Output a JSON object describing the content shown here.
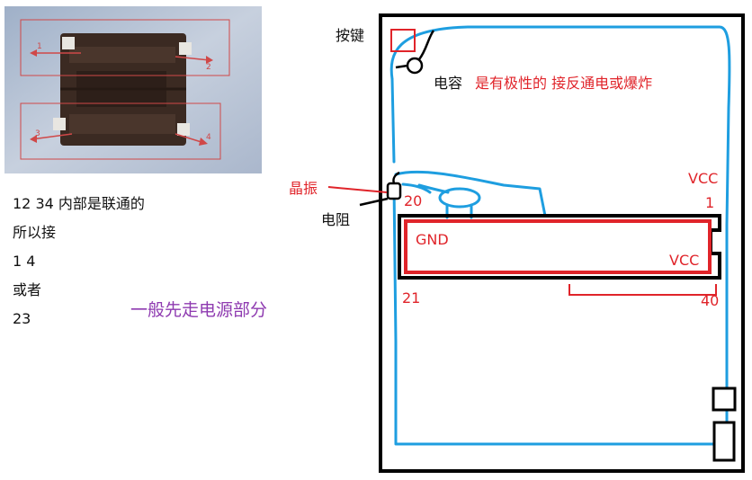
{
  "photo": {
    "pin_numbers": [
      "1",
      "2",
      "3",
      "4"
    ]
  },
  "notes": {
    "line1": "12  34 内部是联通的",
    "line2": "所以接",
    "line3": "1 4",
    "line4": "或者",
    "line5": "23"
  },
  "tip": "一般先走电源部分",
  "labels": {
    "button": "按键",
    "capacitor": "电容",
    "capacitor_warning": "是有极性的 接反通电或爆炸",
    "crystal": "晶振",
    "resistor": "电阻",
    "vcc_top": "VCC",
    "pin1": "1",
    "pin20": "20",
    "gnd": "GND",
    "vcc_inner": "VCC",
    "pin21": "21",
    "pin40": "40"
  },
  "colors": {
    "wire": "#1e9ee0",
    "power": "#e0242a",
    "outline": "#000000",
    "tip_text": "#8e3ab0"
  }
}
